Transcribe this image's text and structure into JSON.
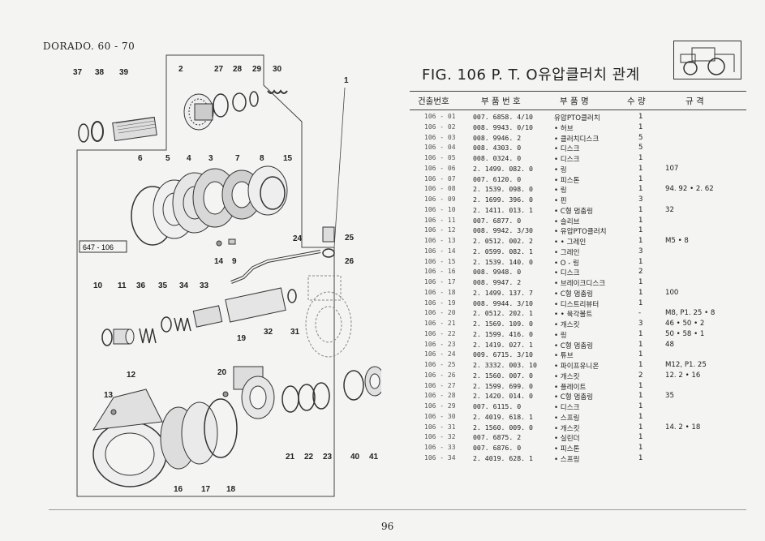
{
  "header": {
    "model": "DORADO. 60 - 70"
  },
  "figure": {
    "title": "FIG. 106 P. T. O유압클러치 관계"
  },
  "diagram": {
    "ref_label": "647 - 106",
    "callouts": [
      "37",
      "38",
      "39",
      "2",
      "27",
      "28",
      "29",
      "30",
      "1",
      "6",
      "5",
      "4",
      "3",
      "7",
      "8",
      "15",
      "24",
      "25",
      "26",
      "14",
      "9",
      "10",
      "11",
      "36",
      "35",
      "34",
      "33",
      "32",
      "31",
      "12",
      "13",
      "19",
      "20",
      "16",
      "17",
      "18",
      "21",
      "22",
      "23",
      "40",
      "41"
    ]
  },
  "table": {
    "headers": [
      "건출번호",
      "부 품 번 호",
      "부 품 명",
      "수 량",
      "규 격"
    ],
    "rows": [
      [
        "106 - 01",
        "007. 6858. 4/10",
        "유압PTO클러치",
        "1",
        ""
      ],
      [
        "106 - 02",
        "008. 9943. 0/10",
        "• 허브",
        "1",
        ""
      ],
      [
        "106 - 03",
        "008. 9946. 2",
        "• 클러치디스크",
        "5",
        ""
      ],
      [
        "106 - 04",
        "008. 4303. 0",
        "• 디스크",
        "5",
        ""
      ],
      [
        "106 - 05",
        "008. 0324. 0",
        "• 디스크",
        "1",
        ""
      ],
      [
        "106 - 06",
        "2. 1499. 082. 0",
        "• 링",
        "1",
        "107"
      ],
      [
        "106 - 07",
        "007. 6120. 0",
        "• 피스톤",
        "1",
        ""
      ],
      [
        "106 - 08",
        "2. 1539. 098. 0",
        "• 링",
        "1",
        "94. 92 • 2. 62"
      ],
      [
        "106 - 09",
        "2. 1699. 396. 0",
        "• 핀",
        "3",
        ""
      ],
      [
        "106 - 10",
        "2. 1411. 013. 1",
        "• C형 멈춤링",
        "1",
        "32"
      ],
      [
        "106 - 11",
        "007. 6877. 0",
        "• 슬리브",
        "1",
        ""
      ],
      [
        "106 - 12",
        "008. 9942. 3/30",
        "• 유압PTO클러치",
        "1",
        ""
      ],
      [
        "106 - 13",
        "2. 0512. 002. 2",
        "• • 그레인",
        "1",
        "M5 • 8"
      ],
      [
        "106 - 14",
        "2. 0599. 082. 1",
        "• 그레인",
        "3",
        ""
      ],
      [
        "106 - 15",
        "2. 1539. 140. 0",
        "• O - 링",
        "1",
        ""
      ],
      [
        "106 - 16",
        "008. 9948. 0",
        "• 디스크",
        "2",
        ""
      ],
      [
        "106 - 17",
        "008. 9947. 2",
        "• 브레이크디스크",
        "1",
        ""
      ],
      [
        "106 - 18",
        "2. 1499. 137. 7",
        "• C형 멈춤링",
        "1",
        "100"
      ],
      [
        "106 - 19",
        "008. 9944. 3/10",
        "• 디스트리뷰터",
        "1",
        ""
      ],
      [
        "106 - 20",
        "2. 0512. 202. 1",
        "• • 육각볼트",
        "-",
        "M8,  P1. 25 • 8"
      ],
      [
        "106 - 21",
        "2. 1569. 109. 0",
        "• 개스킷",
        "3",
        "46 • 50 • 2"
      ],
      [
        "106 - 22",
        "2. 1599. 416. 0",
        "• 링",
        "1",
        "50 • 58 • 1"
      ],
      [
        "106 - 23",
        "2. 1419. 027. 1",
        "• C형 멈춤링",
        "1",
        "48"
      ],
      [
        "106 - 24",
        "009. 6715. 3/10",
        "• 튜브",
        "1",
        ""
      ],
      [
        "106 - 25",
        "2. 3332. 003. 10",
        "• 파이프유니온",
        "1",
        "M12,  P1. 25"
      ],
      [
        "106 - 26",
        "2. 1560. 007. 0",
        "• 개스킷",
        "2",
        "12. 2 • 16"
      ],
      [
        "106 - 27",
        "2. 1599. 699. 0",
        "• 플레이트",
        "1",
        ""
      ],
      [
        "106 - 28",
        "2. 1420. 014. 0",
        "• C형 멈춤링",
        "1",
        "35"
      ],
      [
        "106 - 29",
        "007. 6115. 0",
        "• 디스크",
        "1",
        ""
      ],
      [
        "106 - 30",
        "2. 4019. 618. 1",
        "• 스프링",
        "1",
        ""
      ],
      [
        "106 - 31",
        "2. 1560. 009. 0",
        "• 개스킷",
        "1",
        "14. 2 • 18"
      ],
      [
        "106 - 32",
        "007. 6875. 2",
        "• 실린더",
        "1",
        ""
      ],
      [
        "106 - 33",
        "007. 6876. 0",
        "• 피스톤",
        "1",
        ""
      ],
      [
        "106 - 34",
        "2. 4019. 628. 1",
        "• 스프링",
        "1",
        ""
      ]
    ]
  },
  "footer": {
    "page_number": "96"
  }
}
